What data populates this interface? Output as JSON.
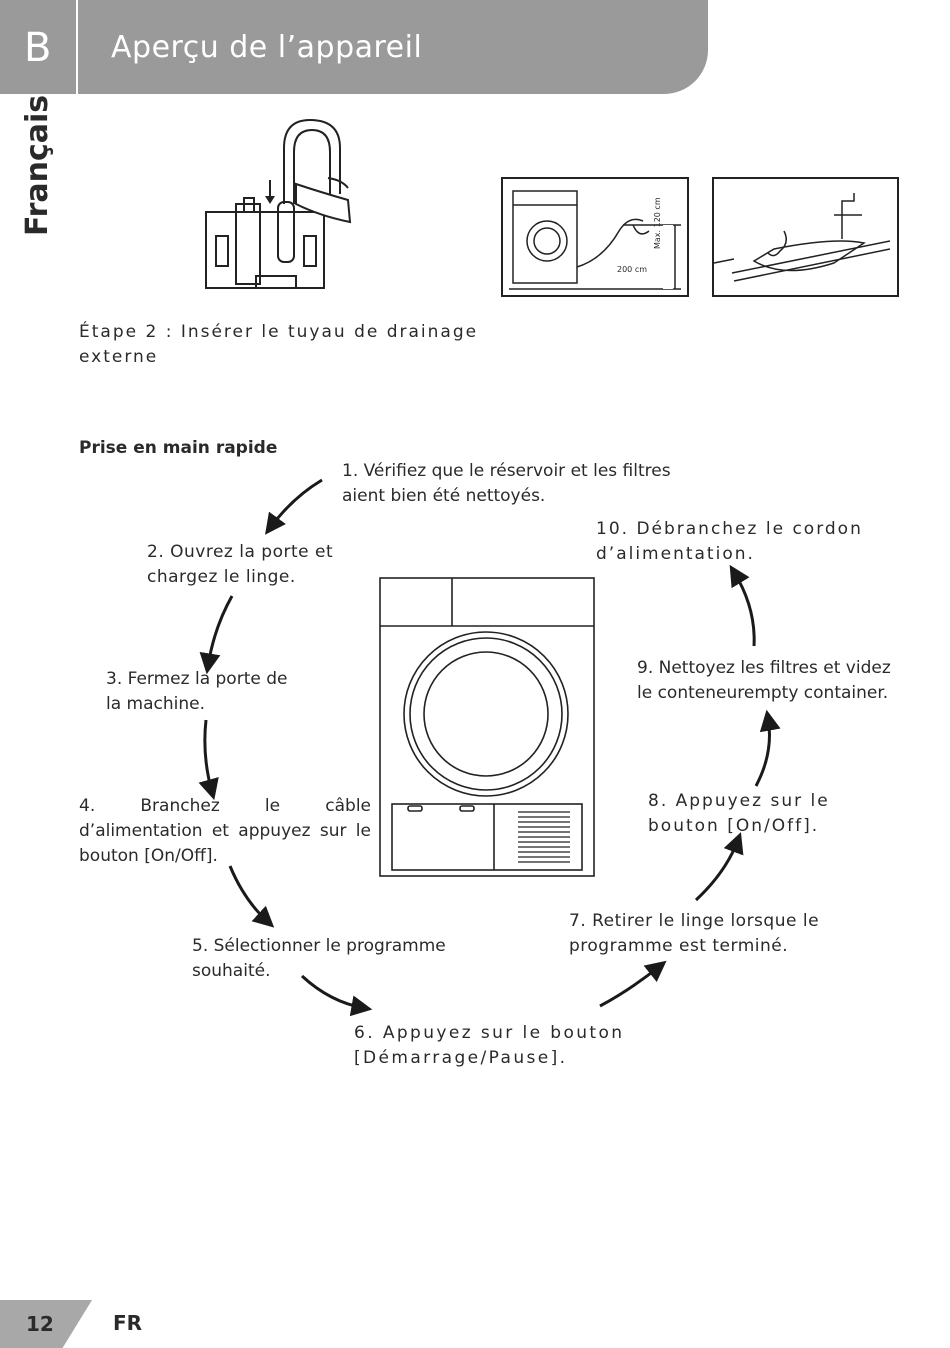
{
  "header": {
    "section_letter": "B",
    "title": "Aperçu de l’appareil"
  },
  "side_tab": {
    "language": "Français"
  },
  "step2": {
    "text": "Étape 2 : Insérer le tuyau de drainage externe"
  },
  "figure": {
    "distance_label": "200 cm",
    "height_label": "Max. 120 cm"
  },
  "quick_start": {
    "title": "Prise en main rapide",
    "steps": [
      "1. Vérifiez que le réservoir et les filtres aient bien été nettoyés.",
      "2. Ouvrez la porte et chargez le linge.",
      "3. Fermez la porte de la machine.",
      "4. Branchez le câble d’alimentation et appuyez sur le bouton [On/Off].",
      "5. Sélectionner le programme souhaité.",
      "6. Appuyez sur le bouton [Démarrage/Pause].",
      "7. Retirer le linge lorsque le programme est terminé.",
      "8. Appuyez sur le bouton [On/Off].",
      "9. Nettoyez les filtres et videz le conteneurempty container.",
      "10. Débranchez le cordon d’alimentation."
    ]
  },
  "footer": {
    "page_number": "12",
    "language_code": "FR"
  }
}
